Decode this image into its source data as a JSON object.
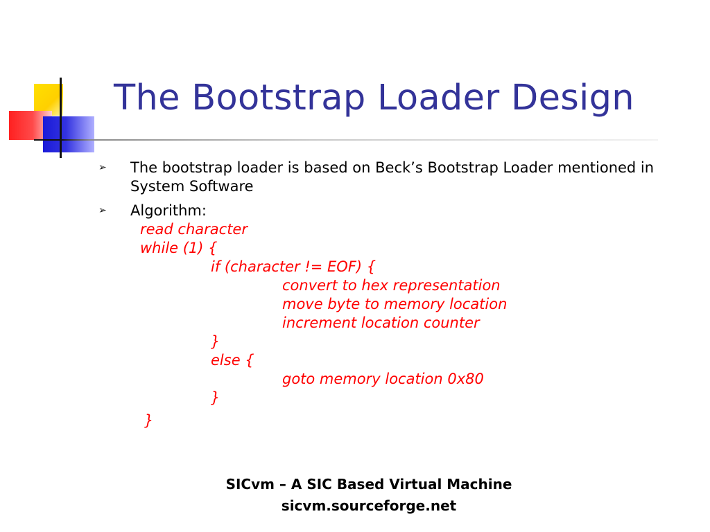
{
  "slide": {
    "title": "The Bootstrap Loader Design",
    "bullets": [
      {
        "marker": "➢",
        "text": "The bootstrap loader is based on Beck’s Bootstrap Loader mentioned in System Software"
      },
      {
        "marker": "➢",
        "text": "Algorithm:"
      }
    ],
    "algorithm_lines": [
      "read character",
      "while (1) {",
      "if (character != EOF) {",
      "convert to hex representation",
      "move byte to memory location",
      "increment location counter",
      "}",
      "else {",
      "goto memory location 0x80",
      "}",
      "}"
    ],
    "footer": {
      "line1": "SICvm – A SIC Based Virtual Machine",
      "line2": "sicvm.sourceforge.net"
    }
  },
  "colors": {
    "title": "#333399",
    "code": "#ff0000",
    "body_text": "#000000",
    "logo_yellow": "#ffd000",
    "logo_red": "#ff2020",
    "logo_blue": "#1a1ad8"
  },
  "icons": {
    "bullet": "arrowhead-bullet-icon",
    "logo": "colored-squares-logo"
  }
}
